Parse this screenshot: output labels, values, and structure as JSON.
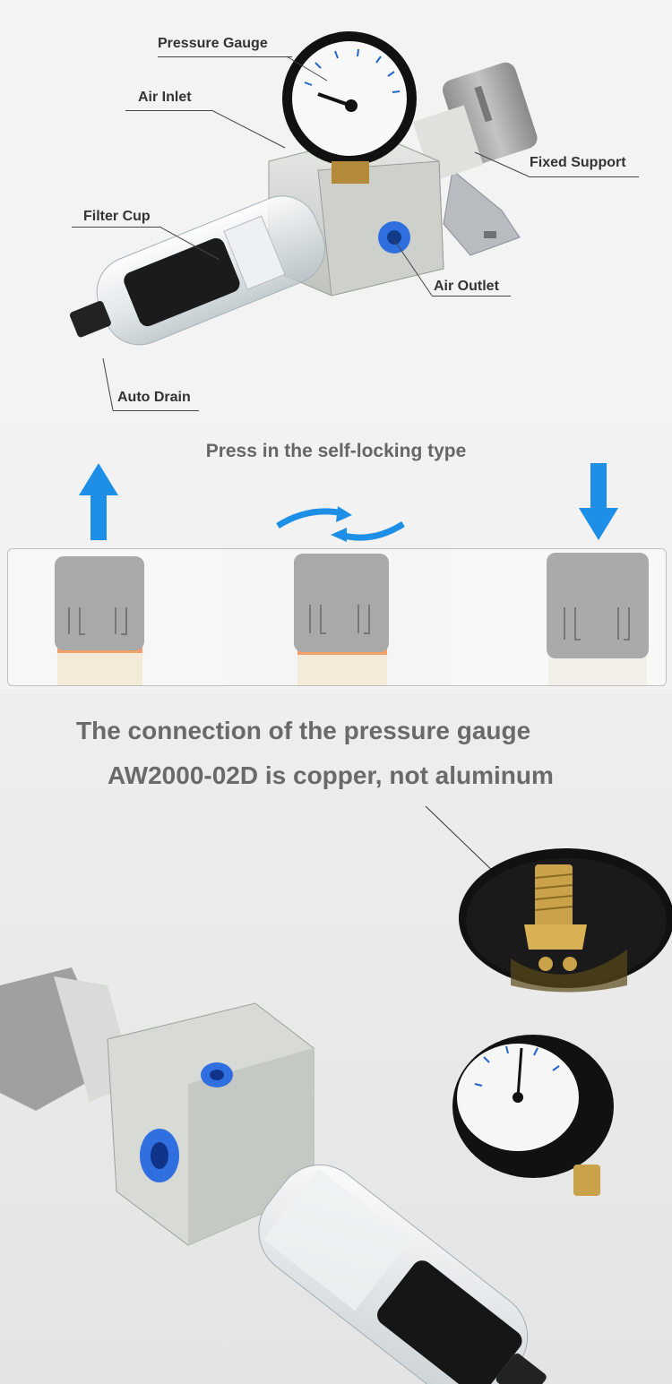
{
  "labels": {
    "pressure_gauge": "Pressure Gauge",
    "air_inlet": "Air Inlet",
    "fixed_support": "Fixed Support",
    "filter_cup": "Filter Cup",
    "air_outlet": "Air Outlet",
    "auto_drain": "Auto Drain"
  },
  "press_section": {
    "title": "Press in the self-locking type"
  },
  "connection_section": {
    "line1": "The connection of the pressure gauge",
    "line2": "AW2000-02D is copper, not aluminum"
  },
  "colors": {
    "accent_blue": "#1e8fe6",
    "knob_gray": "#a9a9a9",
    "body_gray": "#d4d6d2",
    "brass": "#c9a24a",
    "port_blue": "#2f6fe0"
  },
  "icons": {
    "up": "arrow-up-icon",
    "rotate": "rotate-arrows-icon",
    "down": "arrow-down-icon"
  }
}
